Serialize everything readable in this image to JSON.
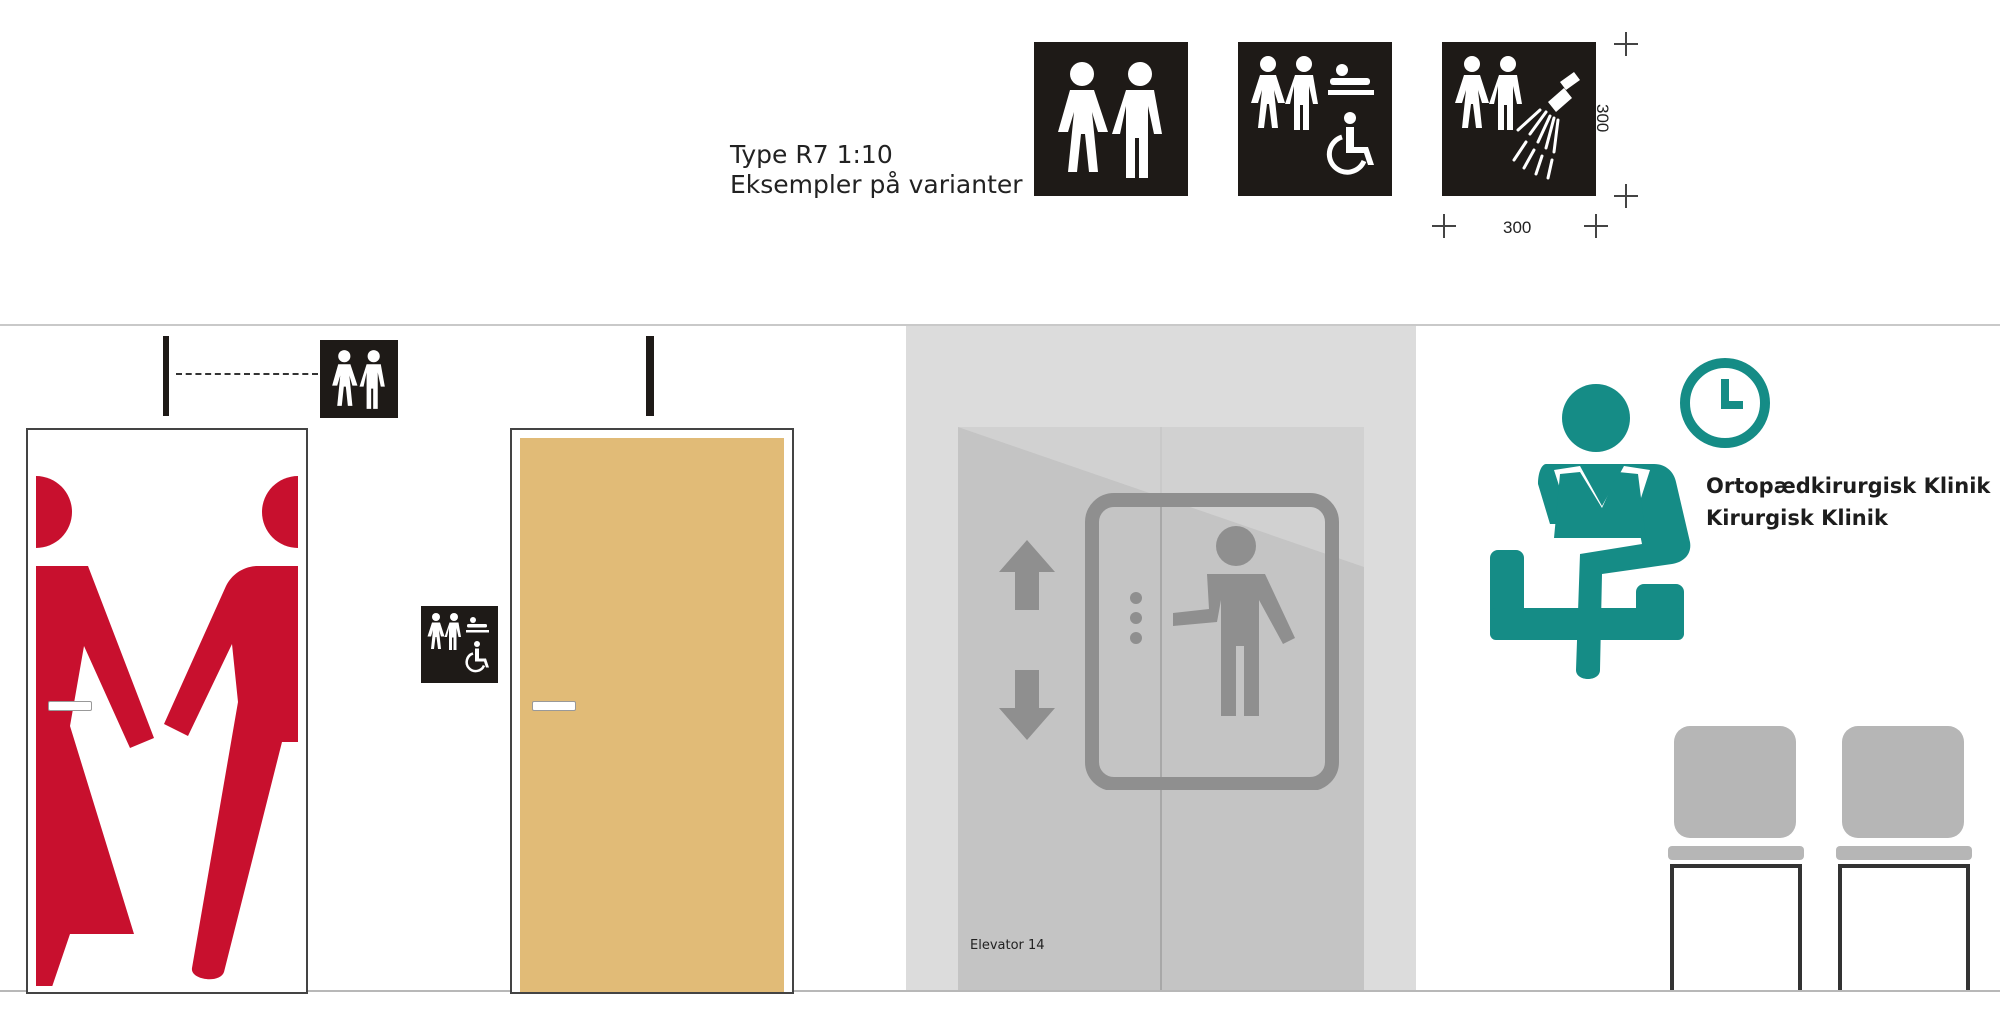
{
  "caption": {
    "line1": "Type R7  1:10",
    "line2": "Eksempler på varianter"
  },
  "dimensions": {
    "width_label": "300",
    "height_label": "300"
  },
  "clinic": {
    "line1": "Ortopædkirurgisk Klinik",
    "line2": "Kirurgisk Klinik"
  },
  "elevator": {
    "label": "Elevator 14"
  },
  "colors": {
    "sign_background": "#1e1a17",
    "restroom_red": "#c8102e",
    "door_wood": "#e1bb77",
    "teal": "#158c86",
    "elevator_grey": "#c4c4c4",
    "chair_grey": "#b6b6b6"
  },
  "icons": {
    "sign_variant_1": "restroom-icon",
    "sign_variant_2": "family-restroom-accessible-icon",
    "sign_variant_3": "restroom-shower-icon",
    "elevator": "elevator-person-icon",
    "waiting": "waiting-person-reading-icon",
    "clock": "clock-icon"
  }
}
